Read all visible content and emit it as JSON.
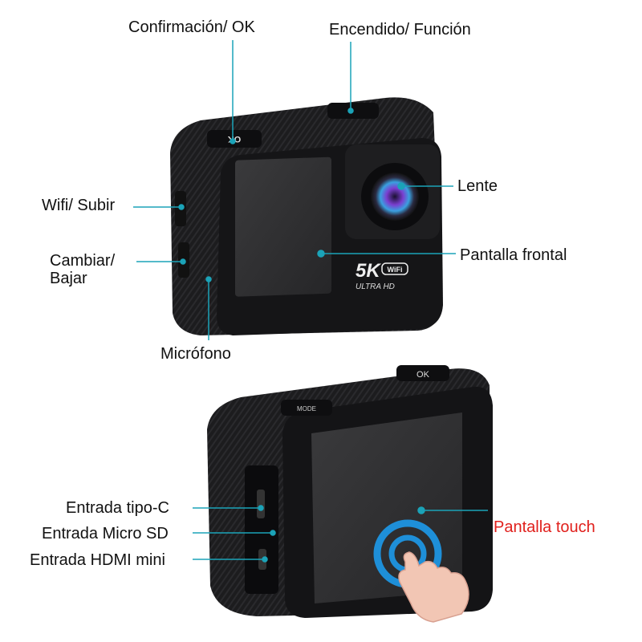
{
  "labels": {
    "ok": "Confirmación/ OK",
    "power": "Encendido/ Función",
    "lens": "Lente",
    "front_screen": "Pantalla frontal",
    "wifi": "Wifi/ Subir",
    "switch_line1": "Cambiar/",
    "switch_line2": "Bajar",
    "mic": "Micrófono",
    "usb_c": "Entrada tipo-C",
    "micro_sd": "Entrada Micro SD",
    "hdmi": "Entrada HDMI mini",
    "touch": "Pantalla touch"
  },
  "camera": {
    "badge_5k": "5K",
    "badge_wifi": "WiFi",
    "badge_uhd": "ULTRA HD",
    "btn_ok_top": "OK",
    "btn_mode": "MODE",
    "btn_ok_back": "OK"
  },
  "colors": {
    "callout": "#1ba3b8",
    "touch_label": "#e0201c"
  }
}
